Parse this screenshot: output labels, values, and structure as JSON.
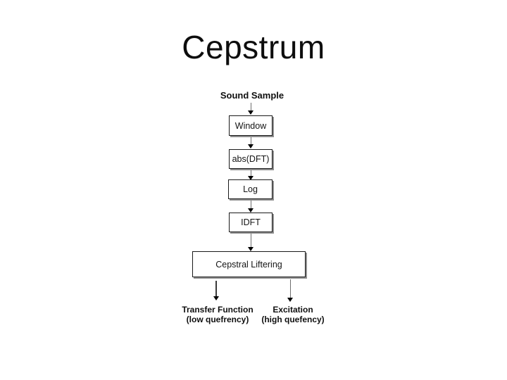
{
  "page": {
    "title": "Cepstrum",
    "background": "#ffffff"
  },
  "diagram": {
    "type": "flowchart",
    "source_label": "Sound Sample",
    "nodes": [
      {
        "label": "Window"
      },
      {
        "label": "abs(DFT)"
      },
      {
        "label": "Log"
      },
      {
        "label": "IDFT"
      },
      {
        "label": "Cepstral Liftering"
      }
    ],
    "outputs": [
      {
        "label": "Transfer Function",
        "sublabel": "(low quefrency)"
      },
      {
        "label": "Excitation",
        "sublabel": "(high quefency)"
      }
    ],
    "flow": "Sound Sample -> Window -> abs(DFT) -> Log -> IDFT -> Cepstral Liftering -> [Transfer Function (low quefrency), Excitation (high quefency)]",
    "colors": {
      "box_fill": "#ffffff",
      "box_border": "#1a1a1a",
      "box_shadow": "#8e8e8e",
      "arrow": "#6e6e6e",
      "arrowhead": "#000000",
      "text": "#0f0f0f"
    }
  }
}
